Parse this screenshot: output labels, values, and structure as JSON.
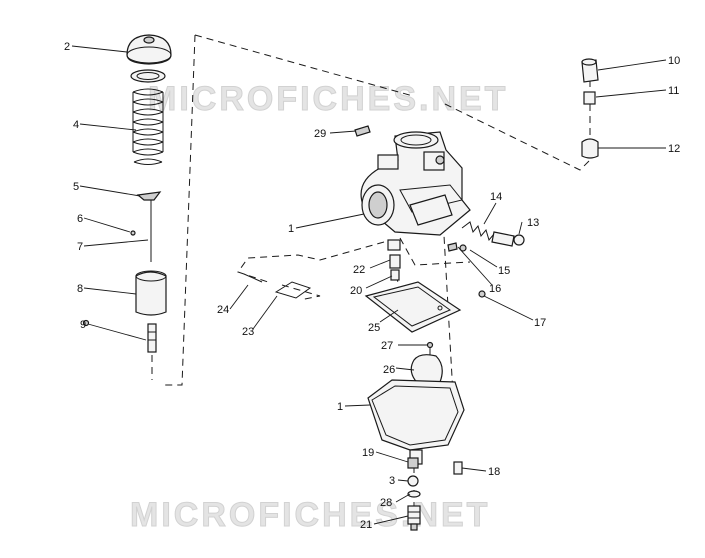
{
  "watermark": {
    "top": "MICROFICHES.NET",
    "bottom": "MICROFICHES.NET"
  },
  "callouts": [
    {
      "id": "c2",
      "text": "2"
    },
    {
      "id": "c4",
      "text": "4"
    },
    {
      "id": "c5",
      "text": "5"
    },
    {
      "id": "c6",
      "text": "6"
    },
    {
      "id": "c7",
      "text": "7"
    },
    {
      "id": "c8",
      "text": "8"
    },
    {
      "id": "c9",
      "text": "9"
    },
    {
      "id": "c29",
      "text": "29"
    },
    {
      "id": "c1a",
      "text": "1"
    },
    {
      "id": "c14",
      "text": "14"
    },
    {
      "id": "c13",
      "text": "13"
    },
    {
      "id": "c15",
      "text": "15"
    },
    {
      "id": "c16",
      "text": "16"
    },
    {
      "id": "c22",
      "text": "22"
    },
    {
      "id": "c20",
      "text": "20"
    },
    {
      "id": "c24",
      "text": "24"
    },
    {
      "id": "c23",
      "text": "23"
    },
    {
      "id": "c25",
      "text": "25"
    },
    {
      "id": "c17",
      "text": "17"
    },
    {
      "id": "c27",
      "text": "27"
    },
    {
      "id": "c26",
      "text": "26"
    },
    {
      "id": "c1b",
      "text": "1"
    },
    {
      "id": "c19",
      "text": "19"
    },
    {
      "id": "c3",
      "text": "3"
    },
    {
      "id": "c18",
      "text": "18"
    },
    {
      "id": "c28",
      "text": "28"
    },
    {
      "id": "c21",
      "text": "21"
    },
    {
      "id": "c10",
      "text": "10"
    },
    {
      "id": "c11",
      "text": "11"
    },
    {
      "id": "c12",
      "text": "12"
    }
  ]
}
